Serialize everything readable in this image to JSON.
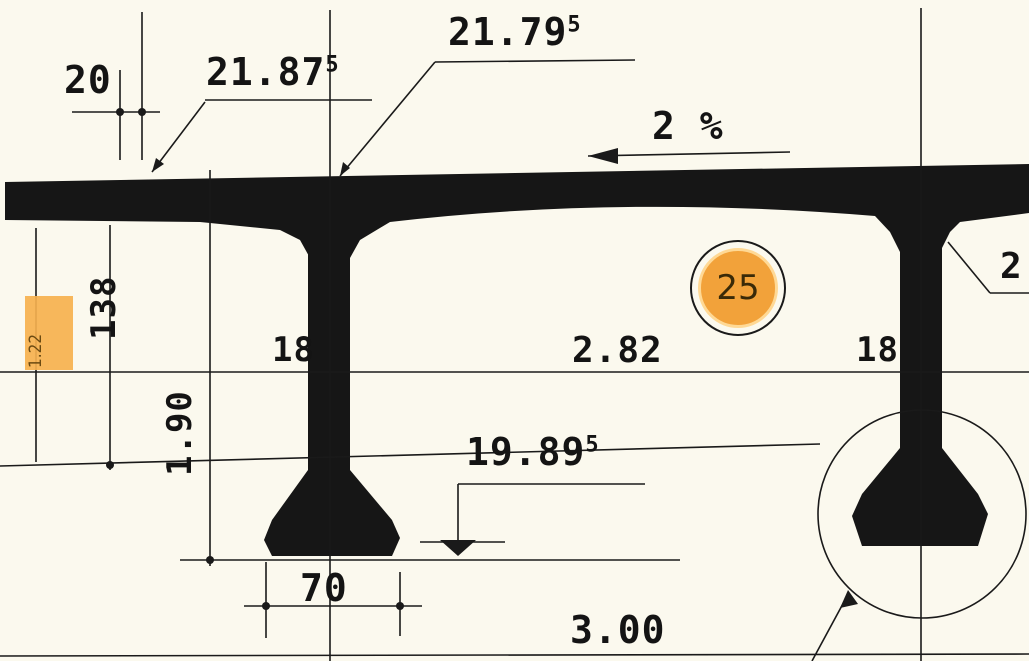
{
  "dimensions": {
    "top_width_left": "20",
    "elev_left": "21.87",
    "elev_left_sup": "5",
    "elev_right": "21.79",
    "elev_right_sup": "5",
    "slope": "2 %",
    "rib_left": "18",
    "rib_right": "18",
    "girder_spacing_inner": "2.82",
    "elev_bottom": "19.89",
    "elev_bottom_sup": "5",
    "height_138": "138",
    "height_190": "1.90",
    "bottom_flange": "70",
    "girder_spacing": "3.00",
    "edge_label": "2"
  },
  "highlight": {
    "value": "1.22",
    "color": "#f6b14e"
  },
  "badge": {
    "number": "25",
    "color": "#f2a23a"
  }
}
